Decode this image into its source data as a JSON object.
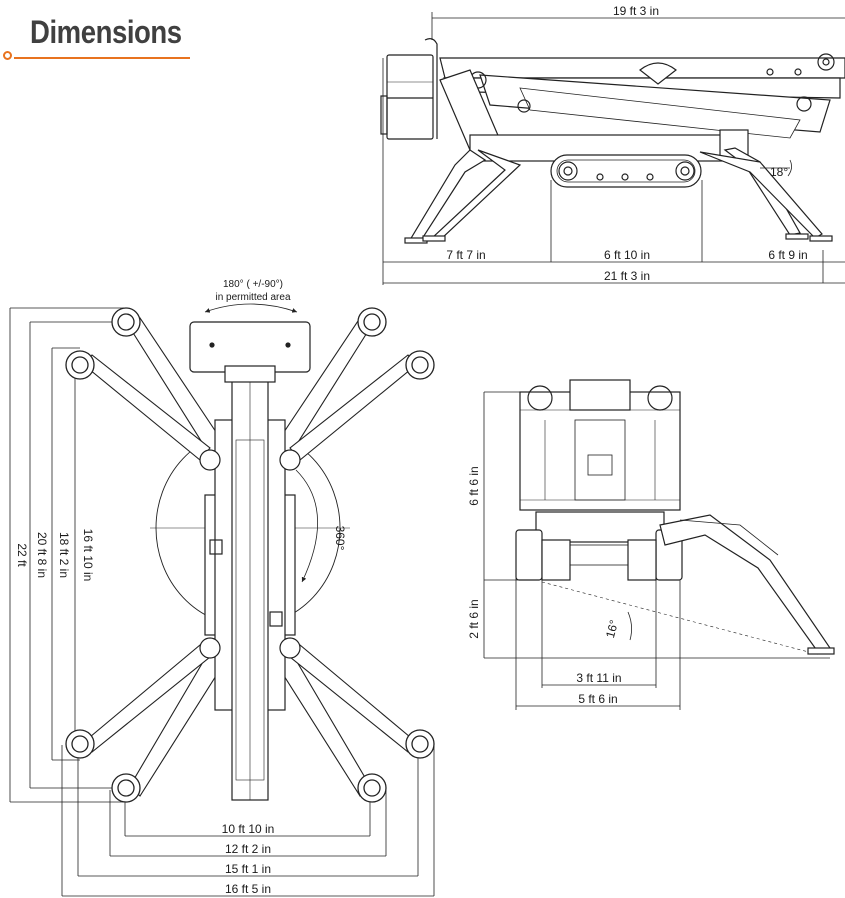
{
  "title": "Dimensions",
  "side_view": {
    "overall_boom": "19 ft 3 in",
    "front_outrigger": "7 ft 7 in",
    "track_length": "6 ft 10 in",
    "rear_outrigger": "6 ft 9 in",
    "overall_length": "21 ft 3 in",
    "outrigger_angle": "18°"
  },
  "top_view": {
    "rotation_note_1": "180° ( +/-90°)",
    "rotation_note_2": "in permitted area",
    "rotation_360": "360°",
    "v_22ft": "22 ft",
    "v_20ft8": "20 ft 8 in",
    "v_18ft2": "18 ft 2 in",
    "v_16ft10": "16 ft 10 in",
    "h_10ft10": "10 ft 10 in",
    "h_12ft2": "12 ft 2 in",
    "h_15ft1": "15 ft 1 in",
    "h_16ft5": "16 ft 5 in"
  },
  "front_view": {
    "height_platform": "6 ft 6 in",
    "height_base": "2 ft 6 in",
    "slope_angle": "16°",
    "track_width": "3 ft 11 in",
    "overall_width": "5 ft 6 in"
  }
}
